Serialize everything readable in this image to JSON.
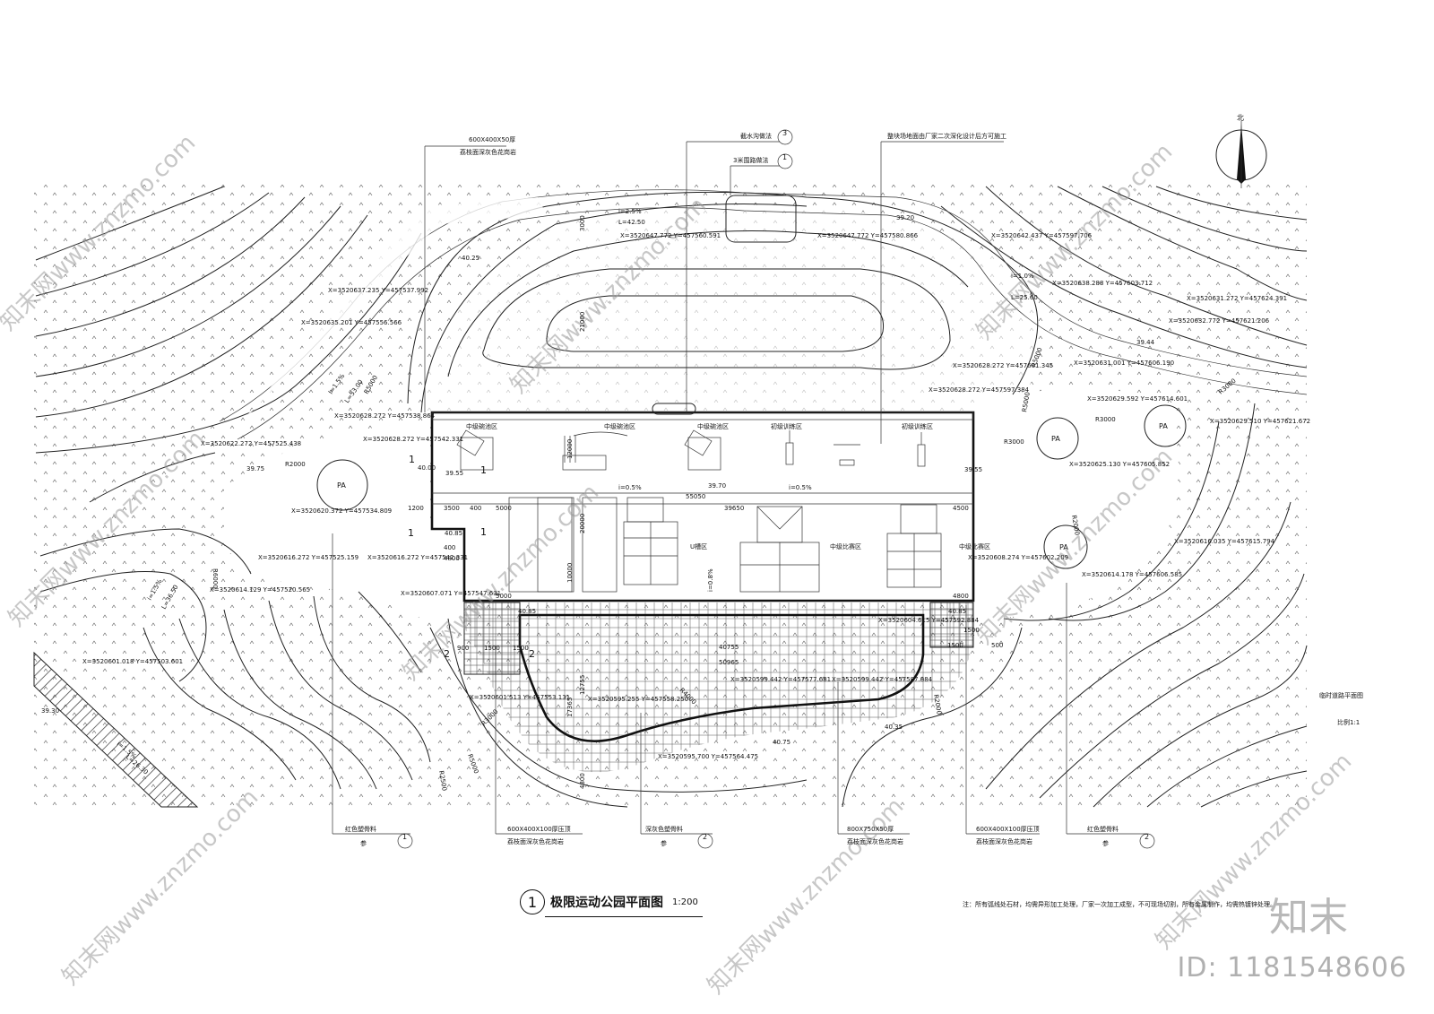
{
  "drawing": {
    "title_number": "1",
    "title": "极限运动公园平面图",
    "scale": "1:200",
    "north_label": "北",
    "bottom_note": "注：所有弧线处石材，均需异形加工处理，厂家一次加工成型，不可现场切割，所有金属制作，均需热镀锌处理。",
    "id_text": "ID: 1181548606",
    "brand_mark": "知末",
    "watermark_text": "知末网www.znzmo.com"
  },
  "callouts_top": [
    {
      "text": "600X400X50厚",
      "sub": "荔枝面深灰色花岗岩"
    },
    {
      "text": "截水沟做法",
      "ref": "3"
    },
    {
      "text": "3米围路做法",
      "ref": "1"
    },
    {
      "text": "整块场地面由厂家二次深化设计后方可施工"
    }
  ],
  "callouts_bottom": [
    {
      "text": "红色塑骨料",
      "ref": "1",
      "prefix": "参"
    },
    {
      "text": "600X400X100厚压顶",
      "sub": "荔枝面深灰色花岗岩"
    },
    {
      "text": "深灰色塑骨料",
      "ref": "2",
      "prefix": "参"
    },
    {
      "text": "800X750X50厚",
      "sub": "荔枝面深灰色花岗岩"
    },
    {
      "text": "600X400X100厚压顶",
      "sub": "荔枝面深灰色花岗岩"
    },
    {
      "text": "红色塑骨料",
      "ref": "2",
      "prefix": "参"
    }
  ],
  "zones": [
    {
      "label": "中级碗池区"
    },
    {
      "label": "中级碗池区"
    },
    {
      "label": "中级碗池区"
    },
    {
      "label": "初级训练区"
    },
    {
      "label": "初级训练区"
    },
    {
      "label": "U槽区"
    },
    {
      "label": "中级比赛区"
    },
    {
      "label": "中级比赛区"
    }
  ],
  "elevations": [
    "40.25",
    "39.20",
    "39.44",
    "39.75",
    "40.00",
    "39.55",
    "39.70",
    "39.55",
    "40.85",
    "40.85",
    "40.85",
    "40.75",
    "40.35",
    "39.30"
  ],
  "slopes": [
    "i=2.5%",
    "L=42.50",
    "i=1.0%",
    "L=25.60",
    "i=1.5%",
    "L=53.00",
    "i=0.5%",
    "i=0.5%",
    "i=0.8%",
    "i=1.5%",
    "L=36.50",
    "i=1.5%",
    "L=26.30"
  ],
  "dimensions": [
    "55050",
    "5000",
    "39650",
    "4500",
    "3500",
    "400",
    "1200",
    "4800",
    "400",
    "5000",
    "4800",
    "40755",
    "50965",
    "900",
    "1500",
    "1500",
    "1500",
    "1500",
    "500",
    "3000",
    "21000",
    "12000",
    "20000",
    "12755",
    "4800",
    "17365",
    "10000"
  ],
  "coordinates": [
    "X=3520647.772 Y=457560.591",
    "X=3520647.772 Y=457580.866",
    "X=3520642.437 Y=457597.706",
    "X=3520638.288 Y=457603.712",
    "X=3520637.235 Y=457537.992",
    "X=3520635.201 Y=457556.566",
    "X=3520631.272 Y=457624.391",
    "X=3520632.772 Y=457621.206",
    "X=3520628.272 Y=457538.864",
    "X=3520628.272 Y=457542.331",
    "X=3520628.272 Y=457601.345",
    "X=3520628.272 Y=457597.384",
    "X=3520631.001 Y=457606.190",
    "X=3520622.272 Y=457525.438",
    "X=3520629.592 Y=457614.601",
    "X=3520629.510 Y=457621.672",
    "X=3520625.130 Y=457605.852",
    "X=3520620.372 Y=457534.809",
    "X=3520616.272 Y=457525.159",
    "X=3520616.272 Y=457542.331",
    "X=3520608.274 Y=457602.209",
    "X=3520616.035 Y=457615.794",
    "X=3520614.178 Y=457606.585",
    "X=3520614.129 Y=457520.565",
    "X=3520607.071 Y=457547.631",
    "X=3520604.615 Y=457592.884",
    "X=3520601.018 Y=457503.601",
    "X=3520599.442 Y=457577.681",
    "X=3520599.442 Y=457587.884",
    "X=3520595.255 Y=457558.250",
    "X=3520601.513 Y=457553.131",
    "X=3520595.700 Y=457564.475"
  ],
  "radius_labels": [
    "R5000",
    "R5000",
    "R5000",
    "R6000",
    "R2000",
    "R3000",
    "R3000",
    "R2000",
    "R3000",
    "R5000",
    "R4000",
    "R3000",
    "R2000",
    "R2500"
  ],
  "tree_label": "PA",
  "section_marks": [
    "1",
    "1",
    "1",
    "1",
    "2",
    "2"
  ],
  "margin_notes": [
    "临时道路平面图",
    "比例1:1"
  ]
}
